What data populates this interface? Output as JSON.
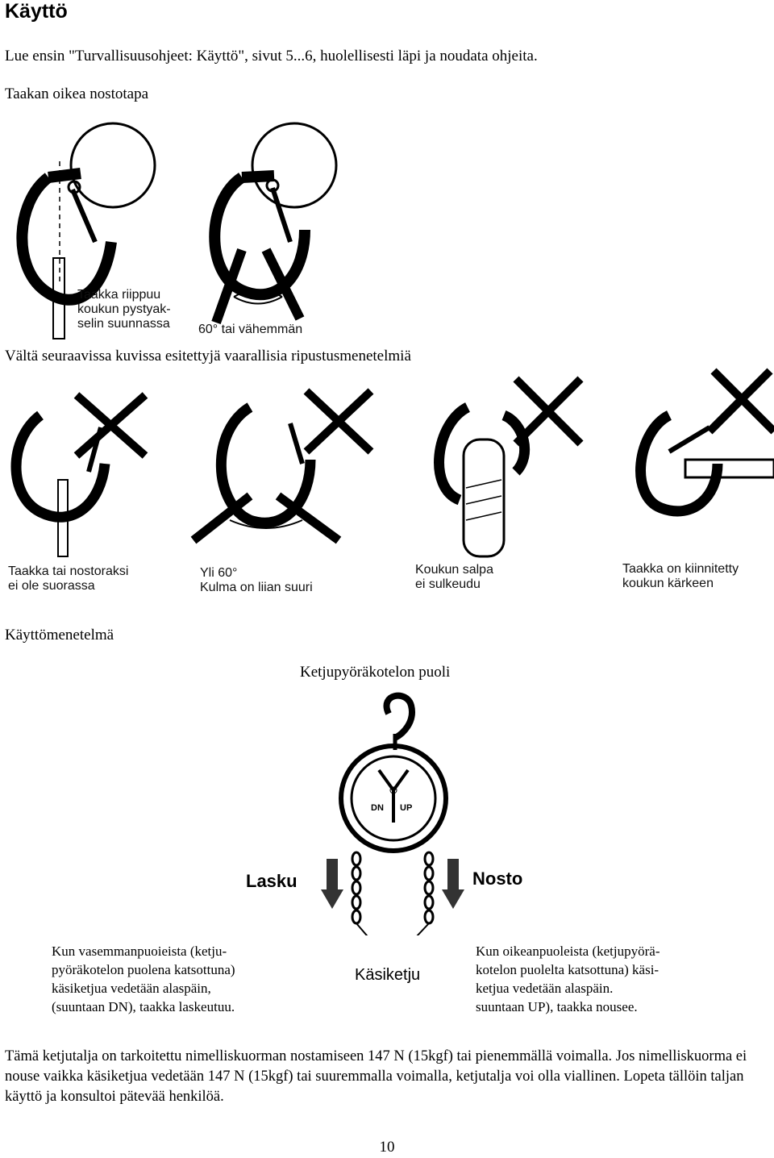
{
  "heading": "Käyttö",
  "intro": "Lue ensin \"Turvallisuusohjeet: Käyttö\", sivut 5...6, huolellisesti läpi ja noudata ohjeita.",
  "correct_title": "Taakan oikea nostotapa",
  "correct_labels": {
    "vertical": "Taakka riippuu\nkoukun pystyak-\nselin suunnassa",
    "angle": "60° tai vähemmän"
  },
  "avoid_title": "Vältä seuraavissa kuvissa esitettyjä vaarallisia ripustusmenetelmiä",
  "wrong_labels": [
    "Taakka tai nostoraksi\nei ole suorassa",
    "Yli 60°\nKulma on liian suuri",
    "Koukun salpa\nei sulkeudu",
    "Taakka on kiinnitetty\nkoukun kärkeen"
  ],
  "method_title": "Käyttömenetelmä",
  "side_title": "Ketjupyöräkotelon puoli",
  "hoist": {
    "down_label": "Lasku",
    "up_label": "Nosto",
    "hand_chain": "Käsiketju",
    "dn_mark": "DN",
    "up_mark": "UP"
  },
  "left_text": "Kun vasemmanpuoieista (ketju-\npyöräkotelon puolena katsottuna)\nkäsiketjua vedetään alaspäin,\n(suuntaan DN), taakka laskeutuu.",
  "right_text": "Kun oikeanpuoleista (ketjupyörä-\nkotelon puolelta katsottuna) käsi-\nketjua vedetään alaspäin.\nsuuntaan UP), taakka nousee.",
  "footer_para": "Tämä ketjutalja on tarkoitettu nimelliskuorman nostamiseen 147 N (15kgf) tai pienemmällä voimalla. Jos nimelliskuorma ei nouse vaikka käsiketjua vedetään 147 N (15kgf) tai suuremmalla voimalla, ketjutalja voi olla viallinen. Lopeta tällöin taljan käyttö ja konsultoi pätevää henkilöä.",
  "page_number": "10"
}
